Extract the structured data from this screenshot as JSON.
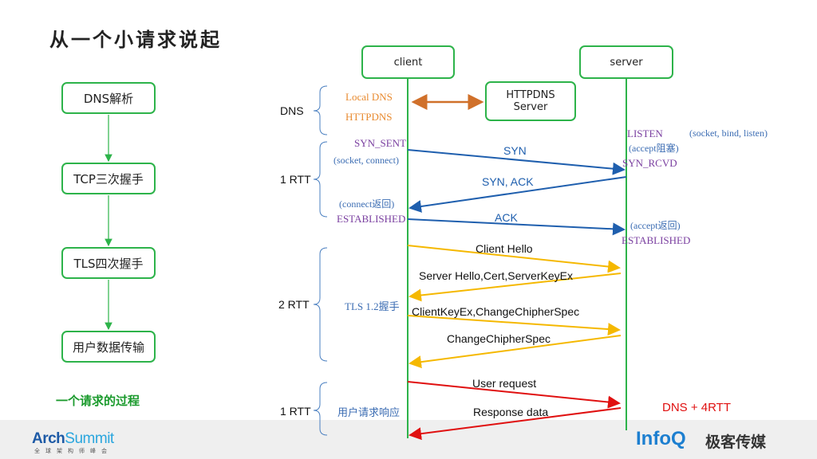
{
  "title": "从一个小请求说起",
  "flow": {
    "steps": [
      "DNS解析",
      "TCP三次握手",
      "TLS四次握手",
      "用户数据传输"
    ],
    "caption": "一个请求的过程"
  },
  "actors": {
    "client": "client",
    "server": "server",
    "httpdns_line1": "HTTPDNS",
    "httpdns_line2": "Server"
  },
  "phases": {
    "dns": "DNS",
    "tcp": "1 RTT",
    "tls": "2 RTT",
    "data": "1 RTT"
  },
  "dns_labels": {
    "local_dns": "Local DNS",
    "httpdns": "HTTPDNS"
  },
  "tcp_labels": {
    "syn_sent": "SYN_SENT",
    "socket_connect": "(socket, connect)",
    "connect_return": "(connect返回)",
    "established_client": "ESTABLISHED",
    "listen": "LISTEN",
    "socket_bind_listen": "(socket, bind, listen)",
    "accept_block": "(accept阻塞)",
    "syn_rcvd": "SYN_RCVD",
    "accept_return": "(accept返回)",
    "established_server": "ESTABLISHED"
  },
  "messages": {
    "syn": "SYN",
    "syn_ack": "SYN, ACK",
    "ack": "ACK",
    "client_hello": "Client Hello",
    "server_hello": "Server Hello,Cert,ServerKeyEx",
    "client_key_ex": "ClientKeyEx,ChangeChipherSpec",
    "change_cipher": "ChangeChipherSpec",
    "user_request": "User request",
    "response_data": "Response data"
  },
  "tls_note": "TLS 1.2握手",
  "data_note": "用户请求响应",
  "total_note": "DNS + 4RTT",
  "logos": {
    "arch_a": "Arch",
    "arch_b": "Summit",
    "arch_sub": "全球架构师峰会",
    "infoq": "InfoQ",
    "jike": "极客传媒"
  },
  "colors": {
    "green": "#2db34a",
    "blue": "#1f5fae",
    "orange": "#f5b800",
    "red": "#e01010",
    "purple": "#7a3fa0"
  }
}
